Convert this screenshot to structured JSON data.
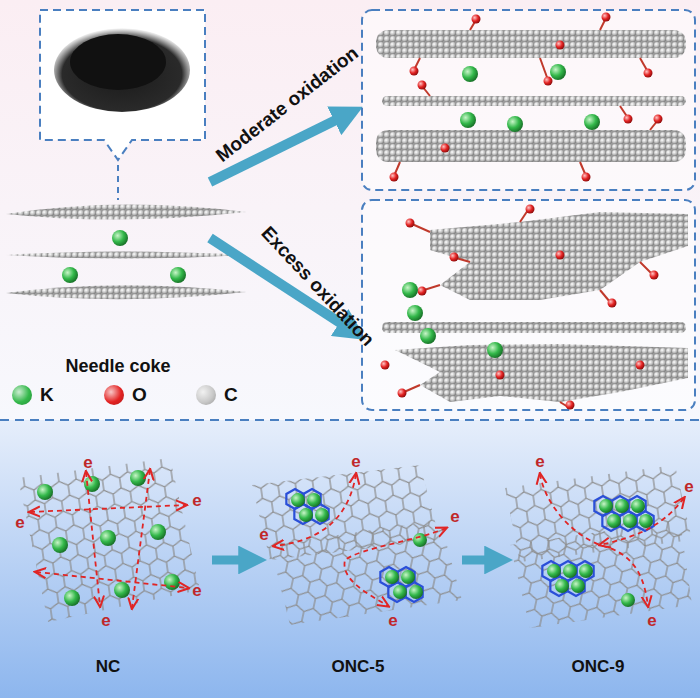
{
  "diagram": {
    "labels": [
      "Moderate oxidation",
      "Excess oxidation",
      "Needle coke",
      "NC",
      "ONC-5",
      "ONC-9",
      "e",
      "e",
      "e",
      "e",
      "e",
      "e",
      "e",
      "e",
      "e",
      "e",
      "e",
      "e"
    ],
    "legend": [
      {
        "text": "K",
        "color": "#33b84a"
      },
      {
        "text": "O",
        "color": "#e32222"
      },
      {
        "text": "C",
        "color": "#c9c9c9"
      }
    ]
  }
}
